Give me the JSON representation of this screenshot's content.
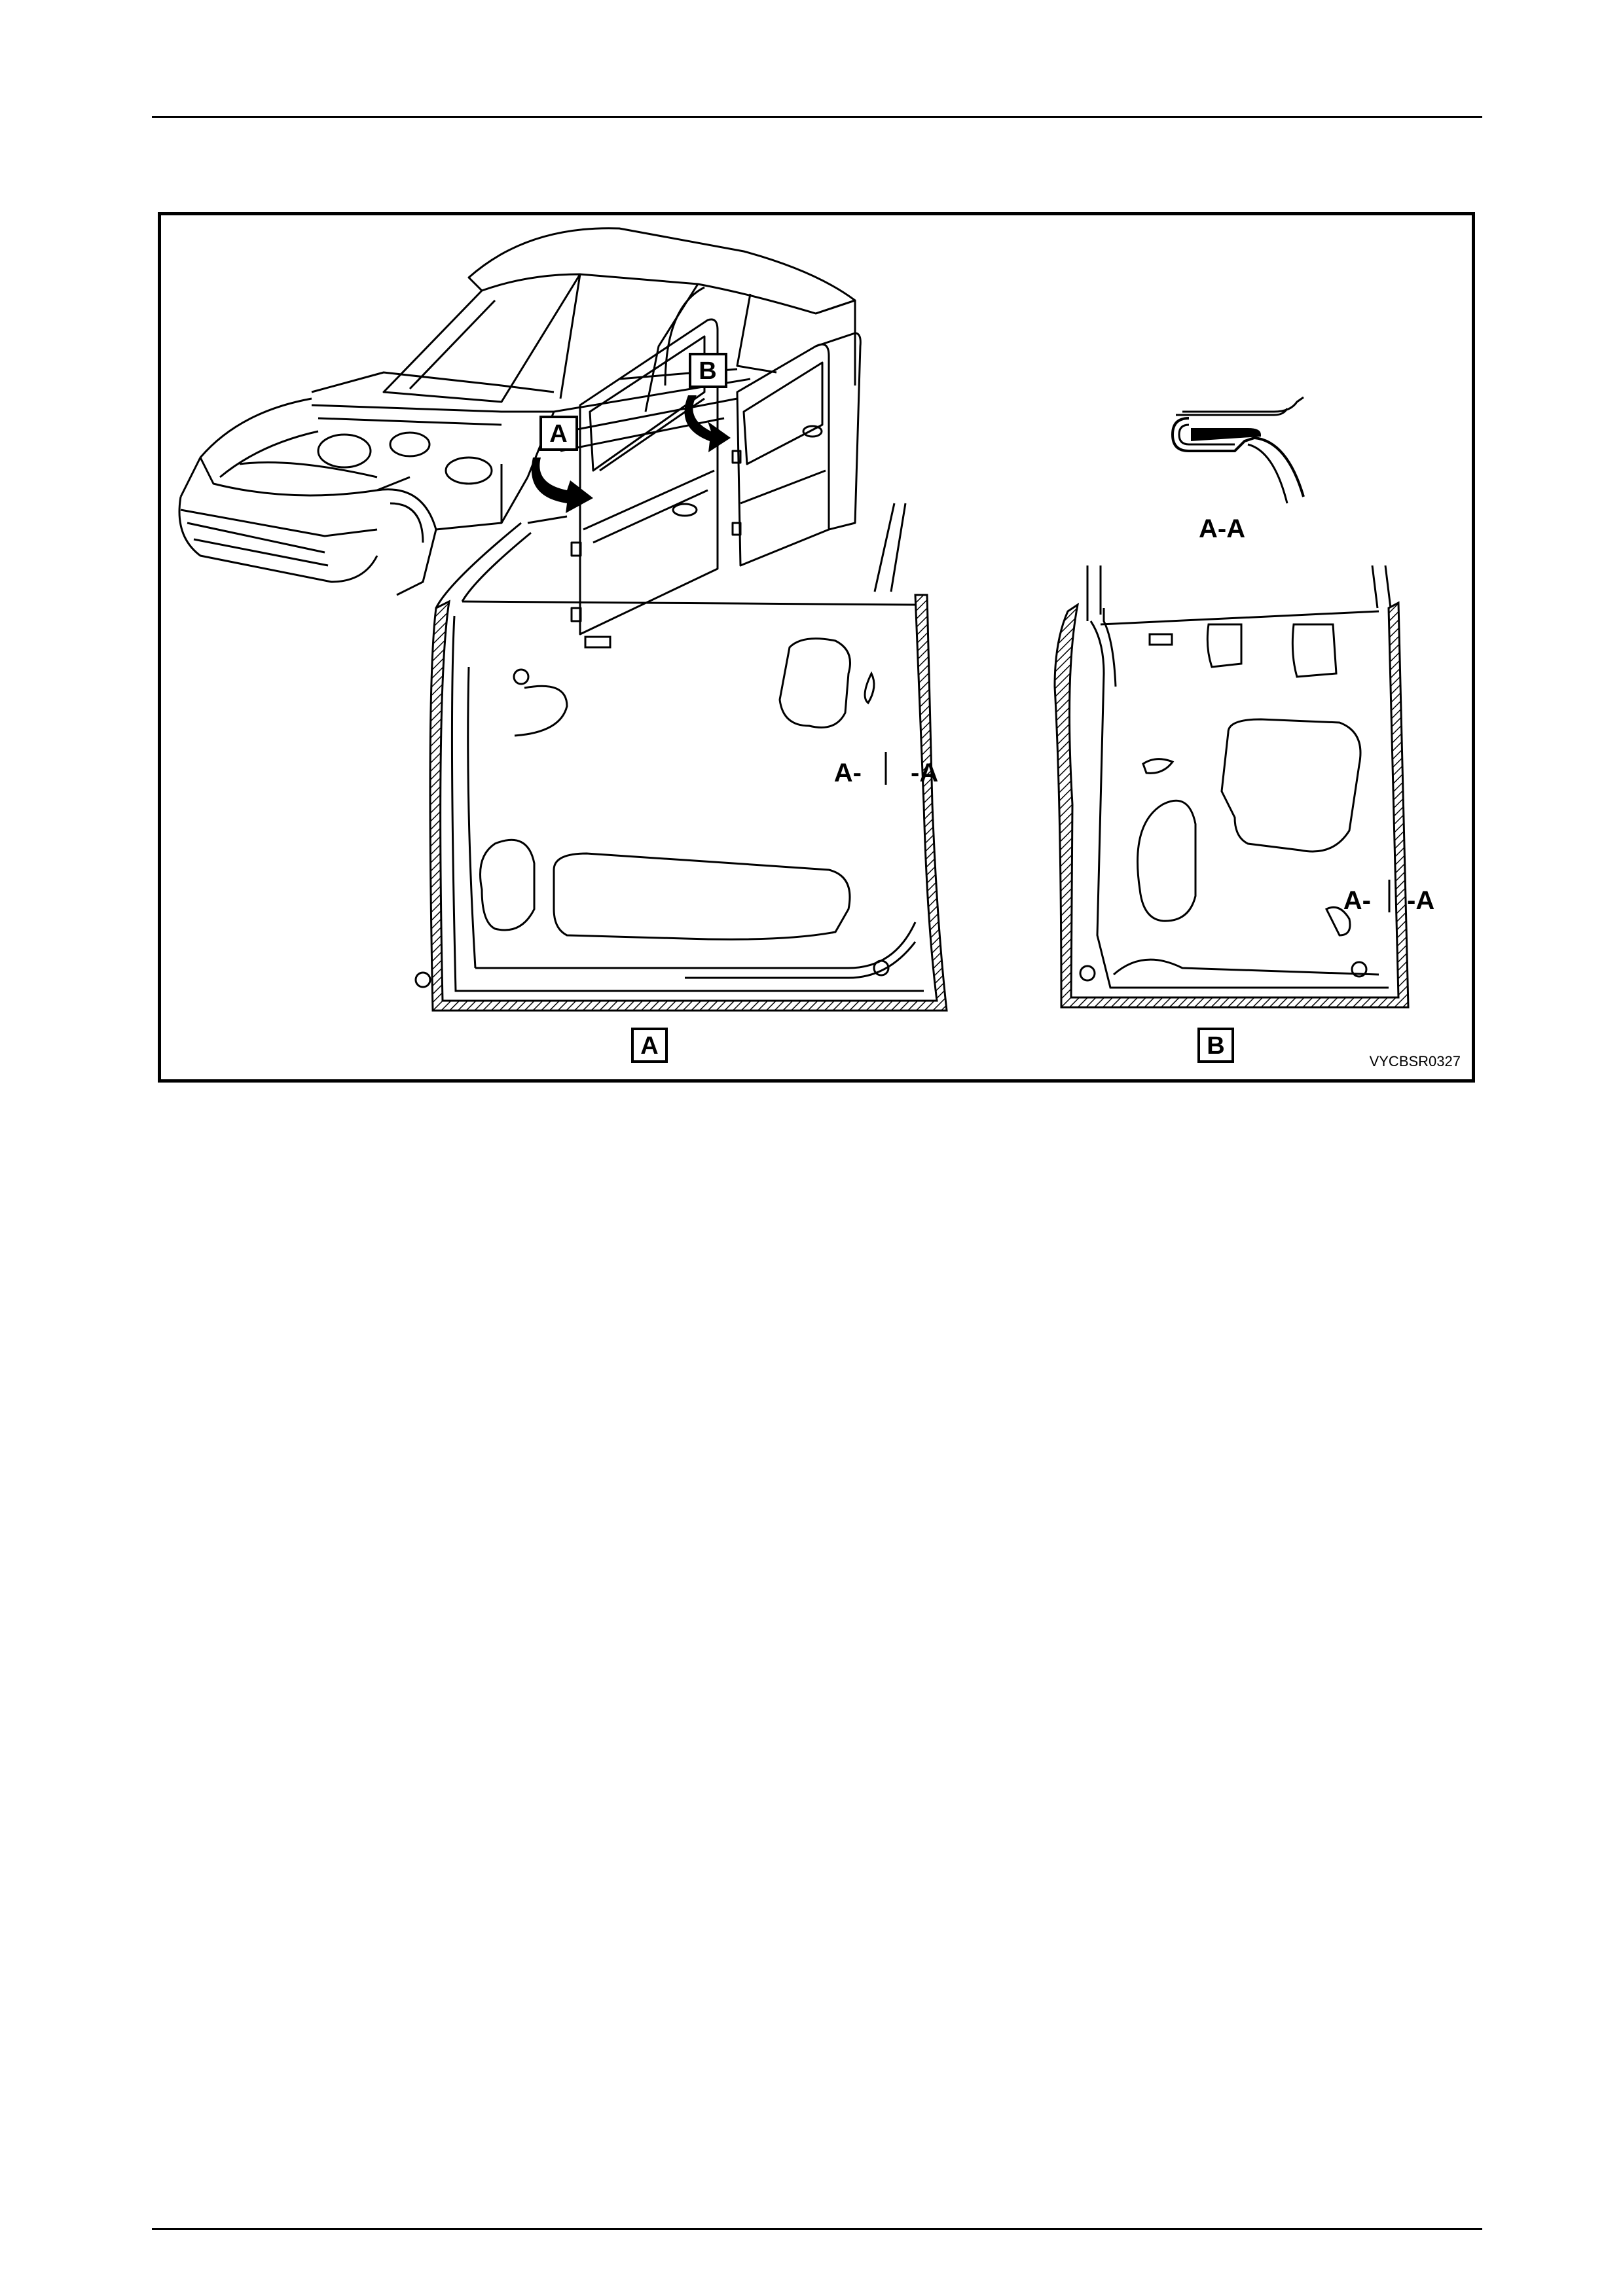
{
  "figure": {
    "callout_a": "A",
    "callout_b": "B",
    "section_detail_label": "A-A",
    "section_marker_a": {
      "left": "A-",
      "right": "-A"
    },
    "section_marker_b": {
      "left": "A-",
      "right": "-A"
    },
    "view_label_a": "A",
    "view_label_b": "B",
    "figure_code": "VYCBSR0327"
  }
}
